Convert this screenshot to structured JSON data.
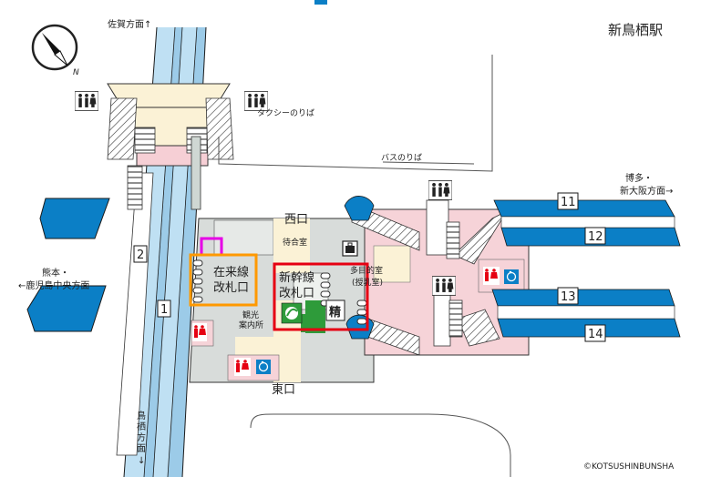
{
  "station_name": "新鳥栖駅",
  "directions": {
    "saga": "佐賀方面↑",
    "hakata_line1": "博多・",
    "hakata_line2": "新大阪方面→",
    "kumamoto_line1": "熊本・",
    "kumamoto_line2": "←鹿児島中央方面",
    "tosu_line1": "鳥",
    "tosu_line2": "栖",
    "tosu_line3": "方",
    "tosu_line4": "面",
    "tosu_arrow": "↓"
  },
  "places": {
    "taxi": "タクシーのりば",
    "bus": "バスのりば",
    "west_exit": "西口",
    "east_exit": "東口",
    "waiting_room": "待合室",
    "multi_room_line1": "多目的室",
    "multi_room_line2": "(授乳室)",
    "tourist_info_line1": "観光",
    "tourist_info_line2": "案内所"
  },
  "gates": {
    "zairai_line1": "在来線",
    "zairai_line2": "改札口",
    "shinkansen_line1": "新幹線",
    "shinkansen_line2": "改札口",
    "seisan": "精"
  },
  "tracks": [
    "1",
    "2",
    "11",
    "12",
    "13",
    "14"
  ],
  "copyright": "©KOTSUSHINBUNSHA",
  "colors": {
    "track_blue": "#0b7fc6",
    "floor_pink": "#f6d3d8",
    "building_gray": "#d8dcda",
    "platform_cream": "#fbf2d6",
    "highlight_orange": "#ff9900",
    "highlight_red": "#e60012",
    "highlight_magenta": "#e600e6"
  },
  "icons": [
    "compass-icon",
    "restroom-icon",
    "accessible-icon",
    "locker-icon",
    "green-window-icon",
    "escalator-icon",
    "stairs-icon"
  ]
}
